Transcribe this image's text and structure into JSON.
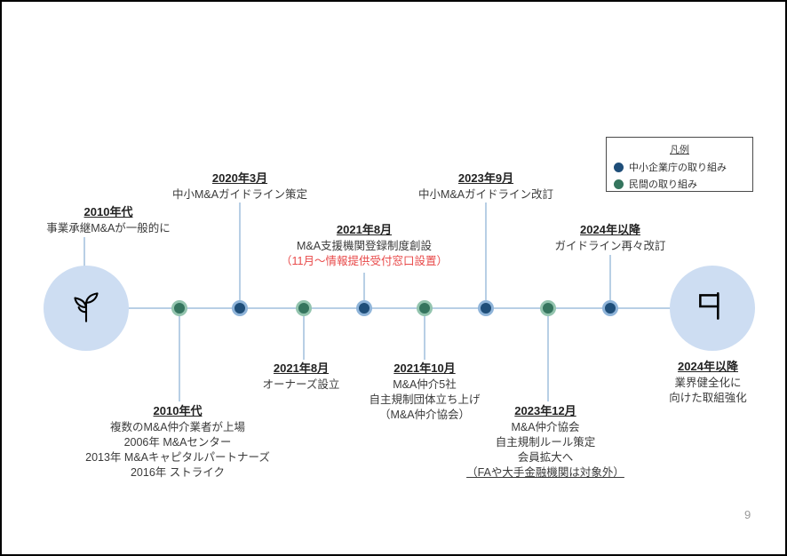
{
  "page": {
    "number": "9"
  },
  "colors": {
    "agency": "#1f4e79",
    "private": "#35755e",
    "line": "#b8cfe5",
    "big_circle": "#cdddf2",
    "red_text": "#e84a4a"
  },
  "legend": {
    "title": "凡例",
    "items": [
      {
        "label": "中小企業庁の取り組み",
        "color_key": "agency"
      },
      {
        "label": "民間の取り組み",
        "color_key": "private"
      }
    ]
  },
  "icons": {
    "start": "sprout-icon",
    "end": "flag-icon"
  },
  "events": {
    "start": {
      "date": "2010年代",
      "line1": "事業承継M&Aが一般的に"
    },
    "top": [
      {
        "date": "2020年3月",
        "line1": "中小M&Aガイドライン策定"
      },
      {
        "date": "2021年8月",
        "line1": "M&A支援機関登録制度創設",
        "red_line": "（11月～情報提供受付窓口設置）"
      },
      {
        "date": "2023年9月",
        "line1": "中小M&Aガイドライン改訂"
      },
      {
        "date": "2024年以降",
        "line1": "ガイドライン再々改訂"
      }
    ],
    "bottom": [
      {
        "date": "2010年代",
        "line1": "複数のM&A仲介業者が上場",
        "line2": "2006年 M&Aセンター",
        "line3": "2013年 M&Aキャピタルパートナーズ",
        "line4": "2016年 ストライク"
      },
      {
        "date": "2021年8月",
        "line1": "オーナーズ設立"
      },
      {
        "date": "2021年10月",
        "line1": "M&A仲介5社",
        "line2": "自主規制団体立ち上げ",
        "line3": "（M&A仲介協会）"
      },
      {
        "date": "2023年12月",
        "line1": "M&A仲介協会",
        "line2": "自主規制ルール策定",
        "line3": "会員拡大へ",
        "underline_line": "（FAや大手金融機関は対象外）"
      }
    ],
    "end": {
      "date": "2024年以降",
      "line1": "業界健全化に",
      "line2": "向けた取組強化"
    }
  }
}
